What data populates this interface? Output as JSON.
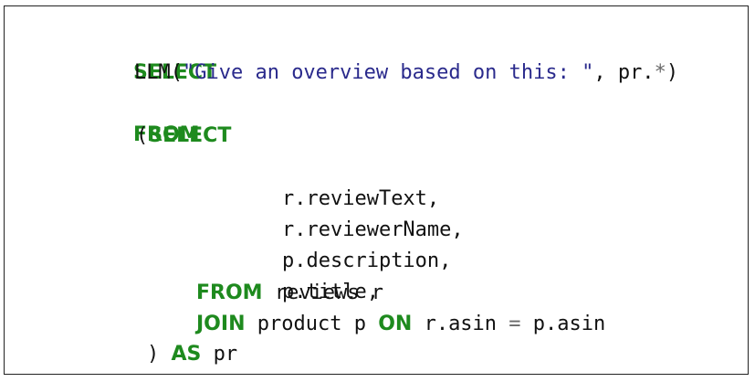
{
  "code": {
    "line1": {
      "kw": "SELECT"
    },
    "line2": {
      "fn": "LLM(",
      "str": "\"Give an overview based on this: \"",
      "rest1": ", pr.",
      "star": "*",
      "rest2": ")"
    },
    "line3": {
      "kw": "FROM"
    },
    "line4": {
      "paren": "(",
      "kw": "SELECT"
    },
    "line5": {
      "text": "r.reviewText,"
    },
    "line6": {
      "text": "r.reviewerName,"
    },
    "line7": {
      "text": "p.description,"
    },
    "line8": {
      "text": "p.title,"
    },
    "line9": {
      "kw": "FROM",
      "text": " reviews r"
    },
    "line10": {
      "kw1": "JOIN",
      "text1": " product p ",
      "kw2": "ON",
      "text2": " r.asin ",
      "eq": "=",
      "text3": " p.asin"
    },
    "line11": {
      "paren": ") ",
      "kw": "AS",
      "text": " pr"
    }
  }
}
